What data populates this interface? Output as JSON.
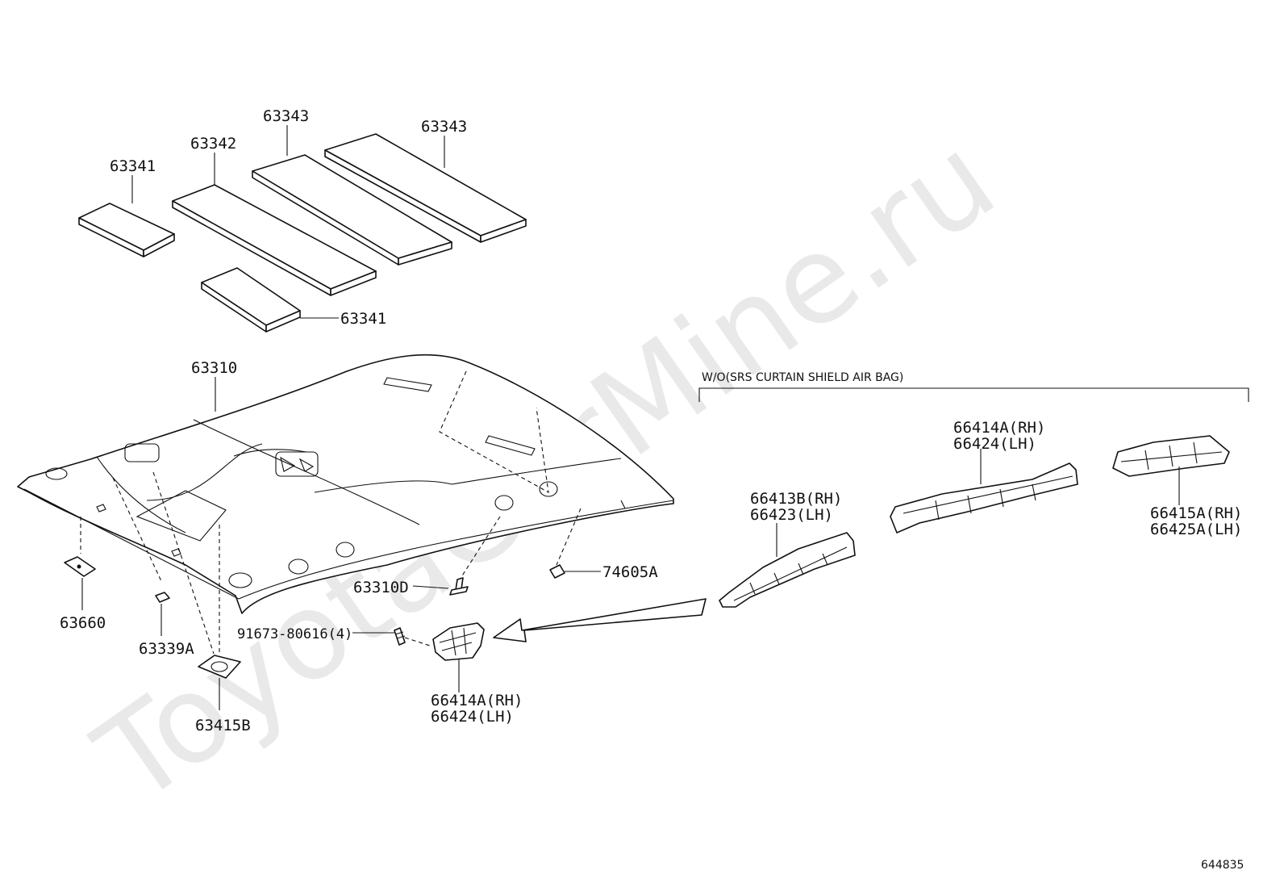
{
  "watermark": "ToyotaCarMine.ru",
  "note_header": "W/O(SRS CURTAIN SHIELD AIR BAG)",
  "figure_ref": "644835",
  "labels": {
    "p63341_a": "63341",
    "p63342": "63342",
    "p63343_a": "63343",
    "p63343_b": "63343",
    "p63341_b": "63341",
    "p63310": "63310",
    "p63310D": "63310D",
    "p74605A": "74605A",
    "p63660": "63660",
    "p63339A": "63339A",
    "p63415B": "63415B",
    "p91673": "91673-80616(4)",
    "p66414A_main": "66414A(RH)",
    "p66424_main": "66424(LH)",
    "p66413B": "66413B(RH)",
    "p66423": "66423(LH)",
    "p66414A_alt": "66414A(RH)",
    "p66424_alt": "66424(LH)",
    "p66415A": "66415A(RH)",
    "p66425A": "66425A(LH)"
  }
}
